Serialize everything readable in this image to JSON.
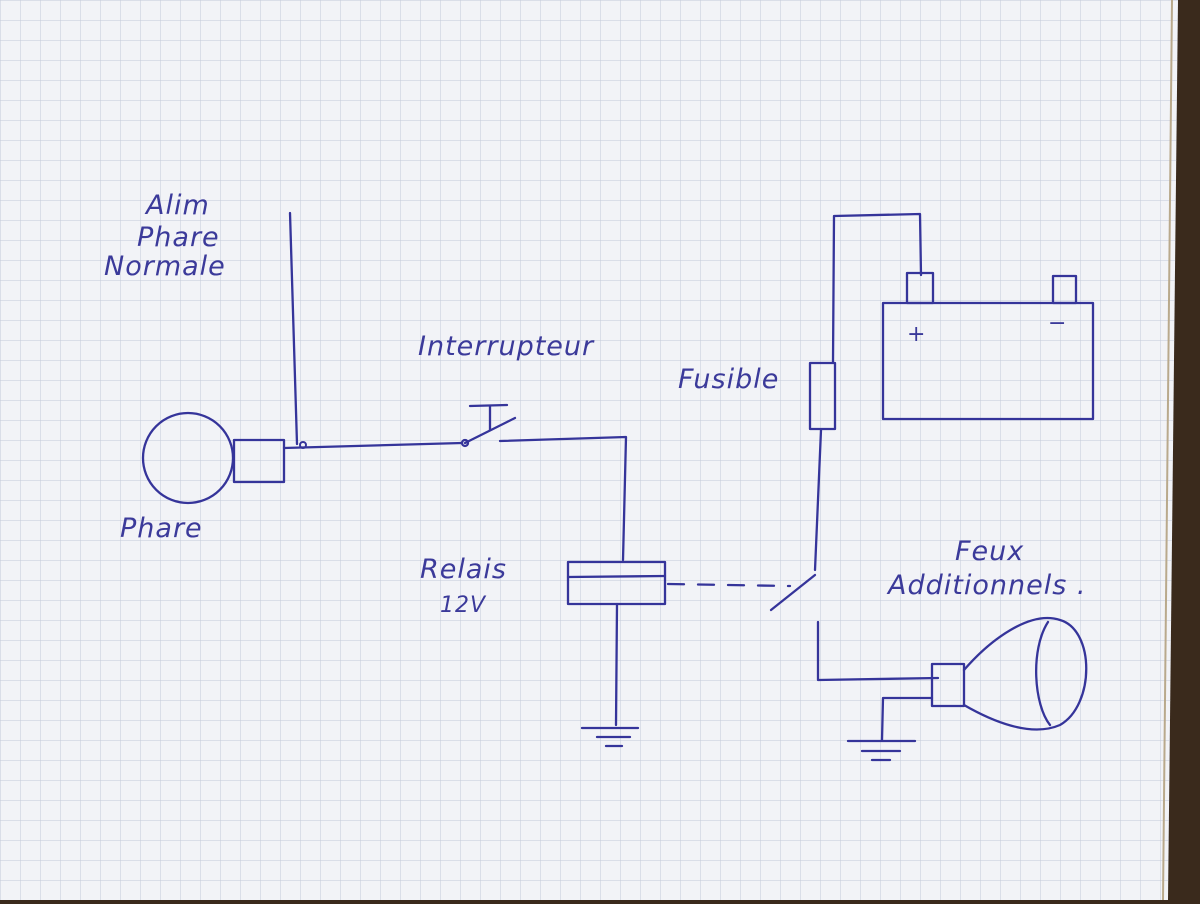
{
  "labels": {
    "alim_line1": "Alim",
    "alim_line2": "Phare",
    "alim_line3": "Normale",
    "interrupteur": "Interrupteur",
    "phare": "Phare",
    "relais": "Relais",
    "relais_voltage": "12V",
    "fusible": "Fusible",
    "battery_plus": "+",
    "battery_minus": "−",
    "feux_line1": "Feux",
    "feux_line2": "Additionnels ."
  },
  "colors": {
    "ink": "#35349a",
    "paper": "#f2f3f7",
    "grid": "#bfc6d6",
    "desk": "#3a2a1c"
  }
}
